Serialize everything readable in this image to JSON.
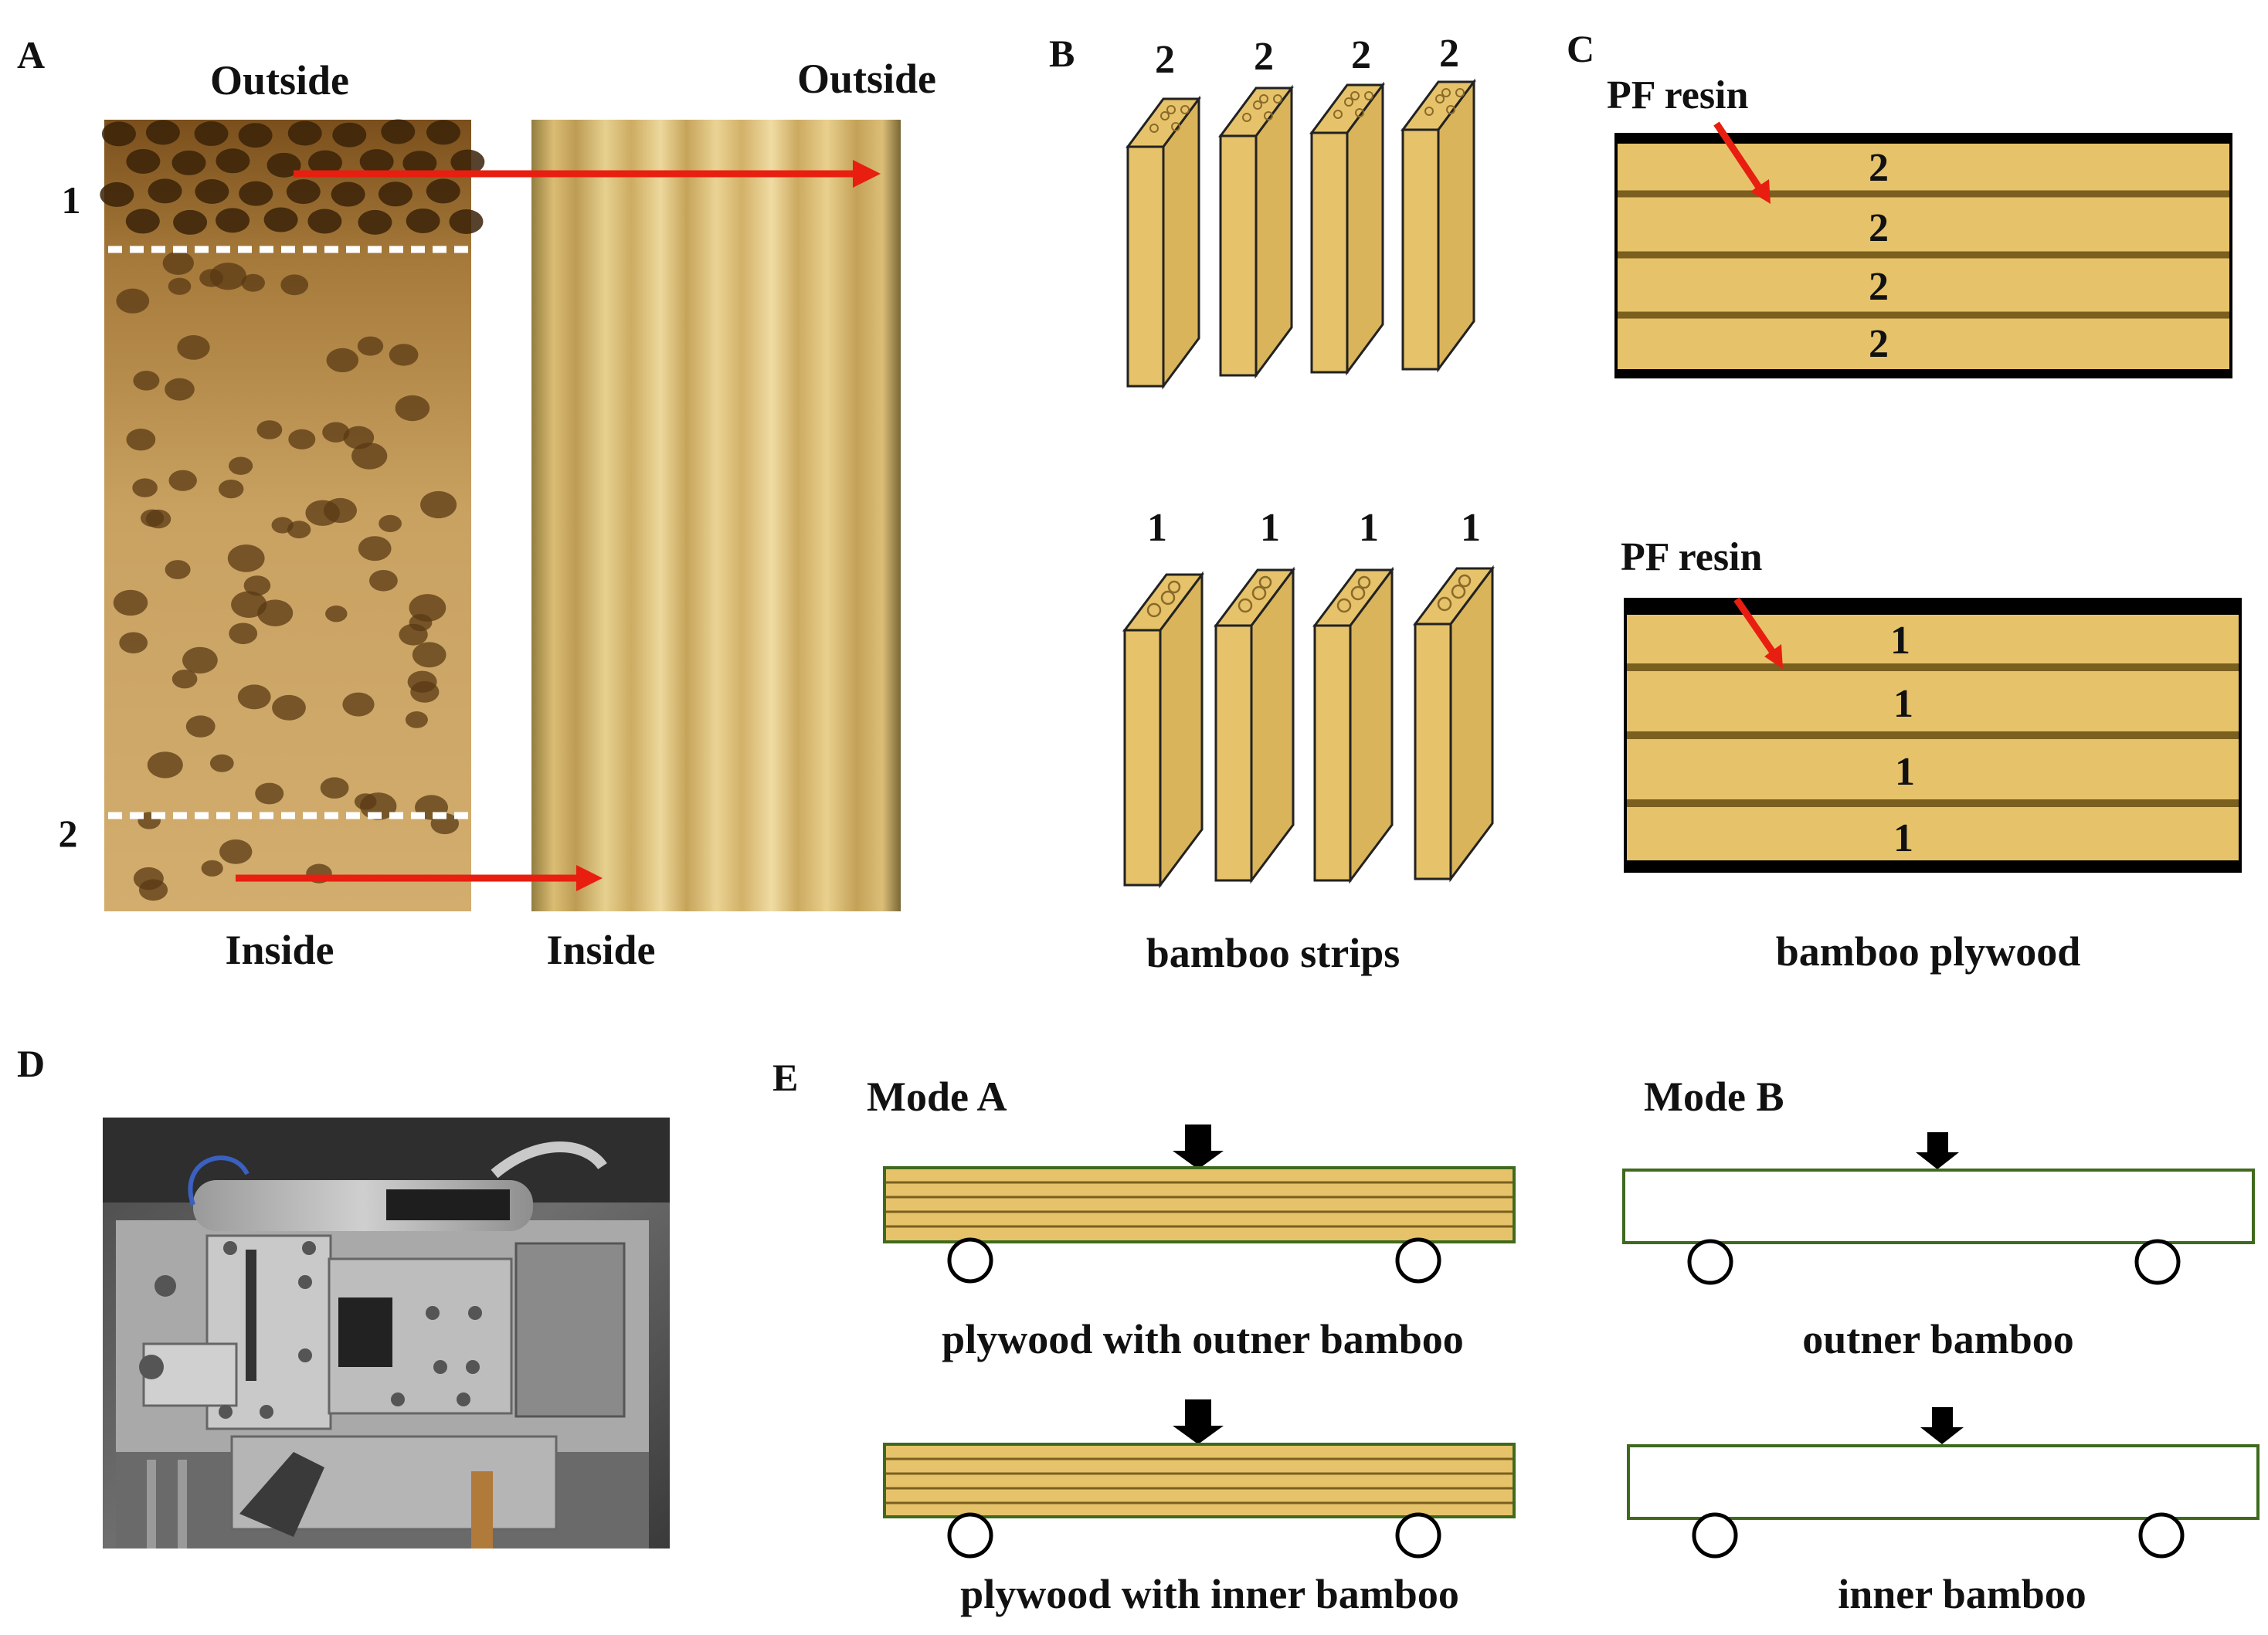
{
  "panel_a": {
    "letter": "A",
    "label_outside_left": "Outside",
    "label_outside_right": "Outside",
    "label_inside_left": "Inside",
    "label_inside_right": "Inside",
    "marker_1": "1",
    "marker_2": "2"
  },
  "panel_b": {
    "letter": "B",
    "top_strip_numbers": [
      "2",
      "2",
      "2",
      "2"
    ],
    "bottom_strip_numbers": [
      "1",
      "1",
      "1",
      "1"
    ],
    "caption": "bamboo strips"
  },
  "panel_c": {
    "letter": "C",
    "resin_label_top": "PF resin",
    "resin_label_bottom": "PF resin",
    "top_layer_numbers": [
      "2",
      "2",
      "2",
      "2"
    ],
    "bottom_layer_numbers": [
      "1",
      "1",
      "1",
      "1"
    ],
    "caption": "bamboo plywood"
  },
  "panel_d": {
    "letter": "D"
  },
  "panel_e": {
    "letter": "E",
    "mode_a": "Mode A",
    "mode_b": "Mode B",
    "caption_a_top": "plywood with outner bamboo",
    "caption_b_top": "outner bamboo",
    "caption_a_bottom": "plywood with inner bamboo",
    "caption_b_bottom": "inner bamboo"
  },
  "colors": {
    "bamboo_fill": "#e6c36a",
    "glue_line": "#7a5f1f",
    "arrow_red": "#e81e10",
    "beam_outline": "#3f6a1e",
    "black": "#000000"
  }
}
